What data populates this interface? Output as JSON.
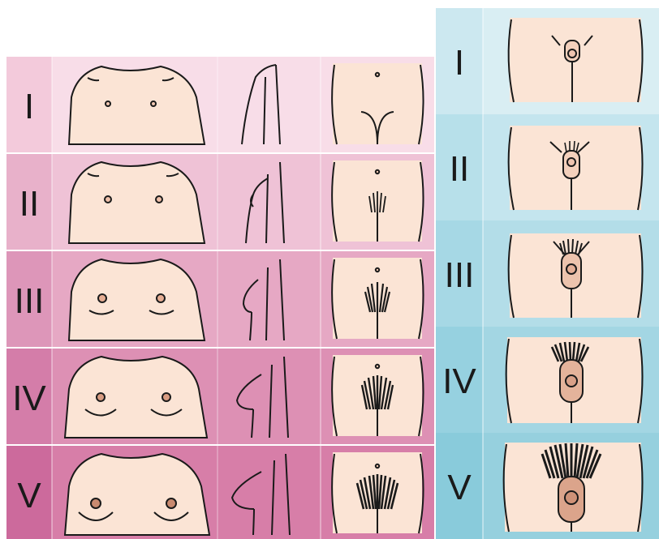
{
  "female_stages": [
    {
      "numeral": "I"
    },
    {
      "numeral": "II"
    },
    {
      "numeral": "III"
    },
    {
      "numeral": "IV"
    },
    {
      "numeral": "V"
    }
  ],
  "male_stages": [
    {
      "numeral": "I"
    },
    {
      "numeral": "II"
    },
    {
      "numeral": "III"
    },
    {
      "numeral": "IV"
    },
    {
      "numeral": "V"
    }
  ],
  "colors": {
    "female_row_bg": [
      "#f8dde8",
      "#efc2d6",
      "#e6a8c4",
      "#dd90b4",
      "#d77ea8"
    ],
    "female_label_bg": [
      "#f6d3e1",
      "#ebb8cf",
      "#e19bbc",
      "#d884ae",
      "#d170a2"
    ],
    "male_row_bg": [
      "#d9eef3",
      "#c4e5ee",
      "#b3dde8",
      "#a3d6e3",
      "#96d0de"
    ],
    "male_label_bg": [
      "#cce8f0",
      "#b7e0ea",
      "#a6d8e5",
      "#96d1e0",
      "#89cbdb"
    ],
    "skin": "#fbe4d5",
    "skin_dark": "#eec4b0",
    "line": "#1a1a1a"
  }
}
